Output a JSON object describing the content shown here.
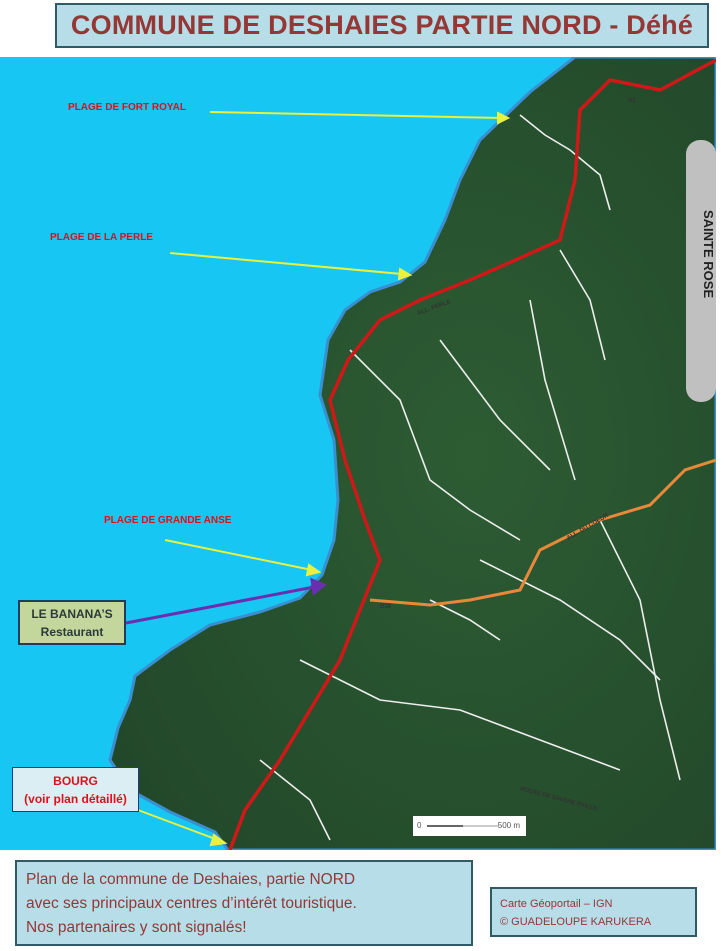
{
  "title": "COMMUNE DE DESHAIES PARTIE NORD - Déhé",
  "map": {
    "beaches": [
      {
        "label": "PLAGE DE FORT ROYAL"
      },
      {
        "label": "PLAGE DE LA PERLE"
      },
      {
        "label": "PLAGE DE GRANDE ANSE"
      }
    ],
    "partner": {
      "name": "LE BANANA’S",
      "type": "Restaurant"
    },
    "bourg": {
      "name": "BOURG",
      "note": "(voir plan détaillé)"
    },
    "neighbor_commune": "SAINTE ROSE",
    "roads": {
      "n2": "N2",
      "d18": "D18",
      "coeur": "ALL. DU COEUR",
      "savane": "ROUTE DE SAVANE PAILLE",
      "perle": "ALL. PERLE"
    },
    "scale": {
      "zero": "0",
      "distance": "500 m"
    },
    "colors": {
      "sea": "#17c6f2",
      "land": "#2f5a36",
      "n2": "#d01818",
      "d18": "#e8893a",
      "arrow": "#e8f040",
      "partner_arrow": "#6a2fb0"
    }
  },
  "description": {
    "line1": "Plan de la commune de Deshaies,  partie NORD",
    "line2": "avec ses principaux centres  d’intérêt  touristique.",
    "line3": "Nos partenaires  y sont signalés!"
  },
  "credit": {
    "line1": "Carte Géoportail – IGN",
    "line2": "© GUADELOUPE KARUKERA"
  }
}
